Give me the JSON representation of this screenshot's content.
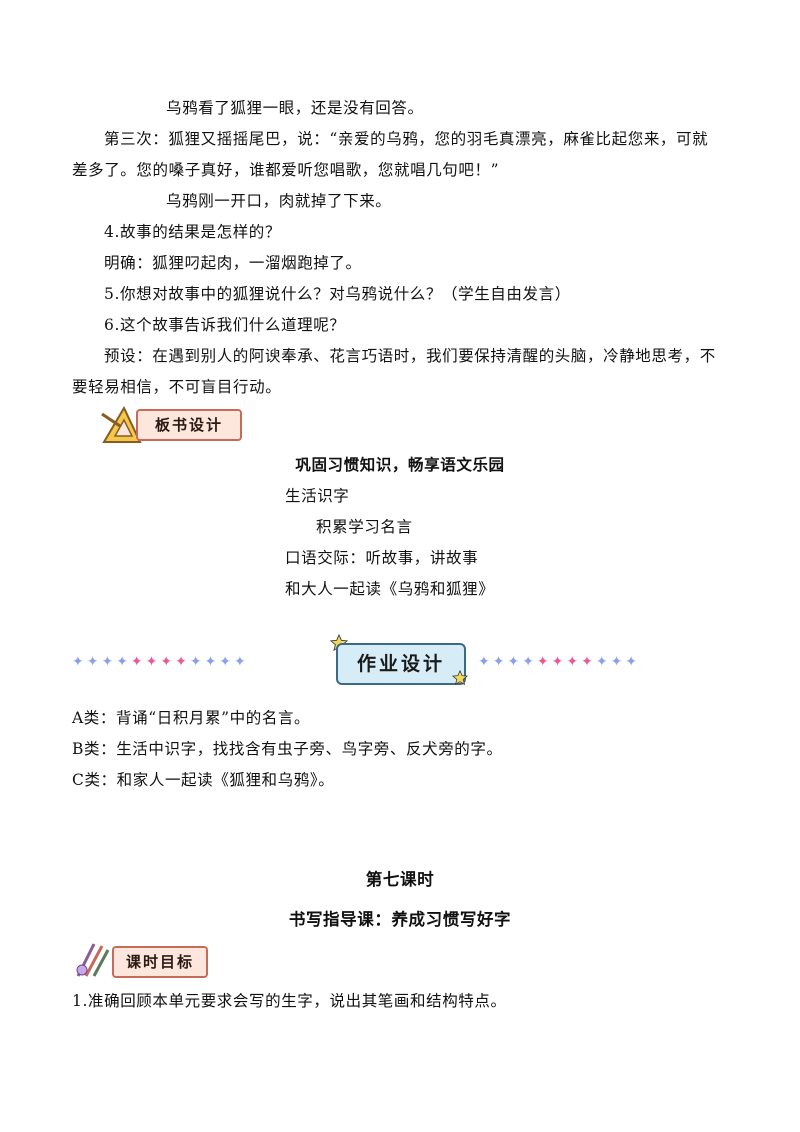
{
  "paragraphs": [
    "乌鸦看了狐狸一眼，还是没有回答。",
    "第三次：狐狸又摇摇尾巴，说：“亲爱的乌鸦，您的羽毛真漂亮，麻雀比起您来，可就",
    "差多了。您的嗓子真好，谁都爱听您唱歌，您就唱几句吧！”",
    "乌鸦刚一开口，肉就掉了下来。",
    "4.故事的结果是怎样的？",
    "明确：狐狸叼起肉，一溜烟跑掉了。",
    "5.你想对故事中的狐狸说什么？对乌鸦说什么？（学生自由发言）",
    "6.这个故事告诉我们什么道理呢？",
    "预设：在遇到别人的阿谀奉承、花言巧语时，我们要保持清醒的头脑，冷静地思考，不",
    "要轻易相信，不可盲目行动。"
  ],
  "board": {
    "badge": "板书设计",
    "title": "巩固习惯知识，畅享语文乐园",
    "lines": [
      "生活识字",
      "积累学习名言",
      "口语交际：听故事，讲故事",
      "和大人一起读《乌鸦和狐狸》"
    ]
  },
  "homework": {
    "badge": "作业设计",
    "items": [
      "A类：背诵“日积月累”中的名言。",
      "B类：生活中识字，找找含有虫子旁、鸟字旁、反犬旁的字。",
      "C类：和家人一起读《狐狸和乌鸦》。"
    ]
  },
  "lesson": {
    "title": "第七课时",
    "subtitle": "书写指导课：养成习惯写好字",
    "badge": "课时目标",
    "goals": [
      "1.准确回顾本单元要求会写的生字，说出其笔画和结构特点。"
    ]
  },
  "colors": {
    "accent_red": "#c86a5a",
    "accent_blue": "#3a6a8a",
    "sparkle_pink": "#e85a9a",
    "sparkle_blue": "#6a8ae8"
  }
}
